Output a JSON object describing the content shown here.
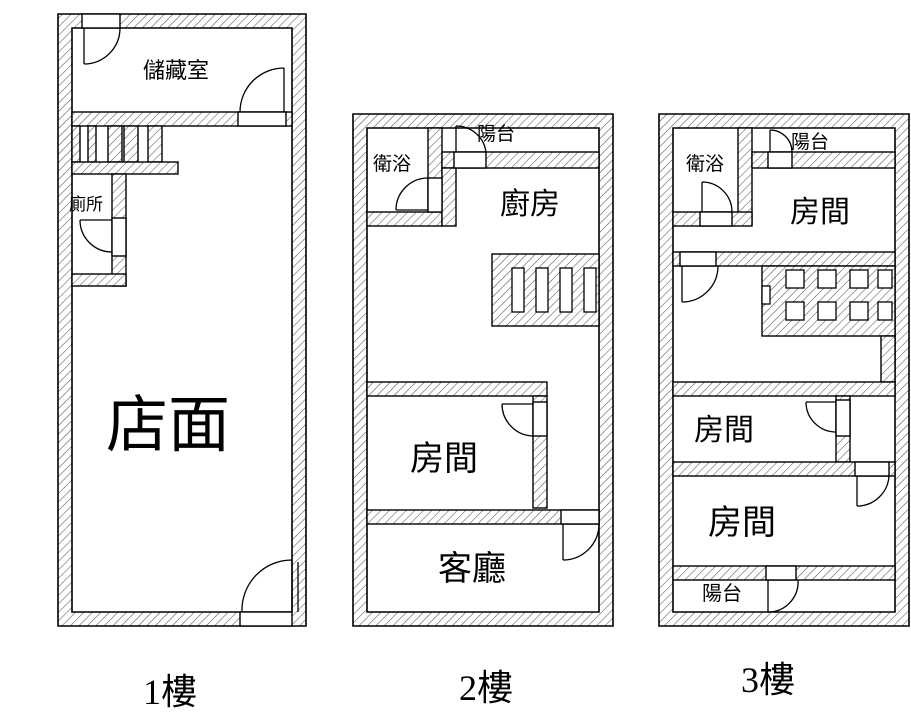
{
  "floors": [
    {
      "caption": "1樓",
      "rooms": {
        "storage": "儲藏室",
        "toilet": "廁所",
        "shop": "店面"
      }
    },
    {
      "caption": "2樓",
      "rooms": {
        "bath": "衛浴",
        "balcony": "陽台",
        "kitchen": "廚房",
        "bedroom": "房間",
        "living": "客廳"
      }
    },
    {
      "caption": "3樓",
      "rooms": {
        "bath": "衛浴",
        "balcony_top": "陽台",
        "bedroom_top": "房間",
        "bedroom_mid": "房間",
        "bedroom_big": "房間",
        "balcony_bottom": "陽台"
      }
    }
  ],
  "colors": {
    "wall_line": "#000000",
    "hatch": "#555555",
    "background": "#ffffff"
  }
}
